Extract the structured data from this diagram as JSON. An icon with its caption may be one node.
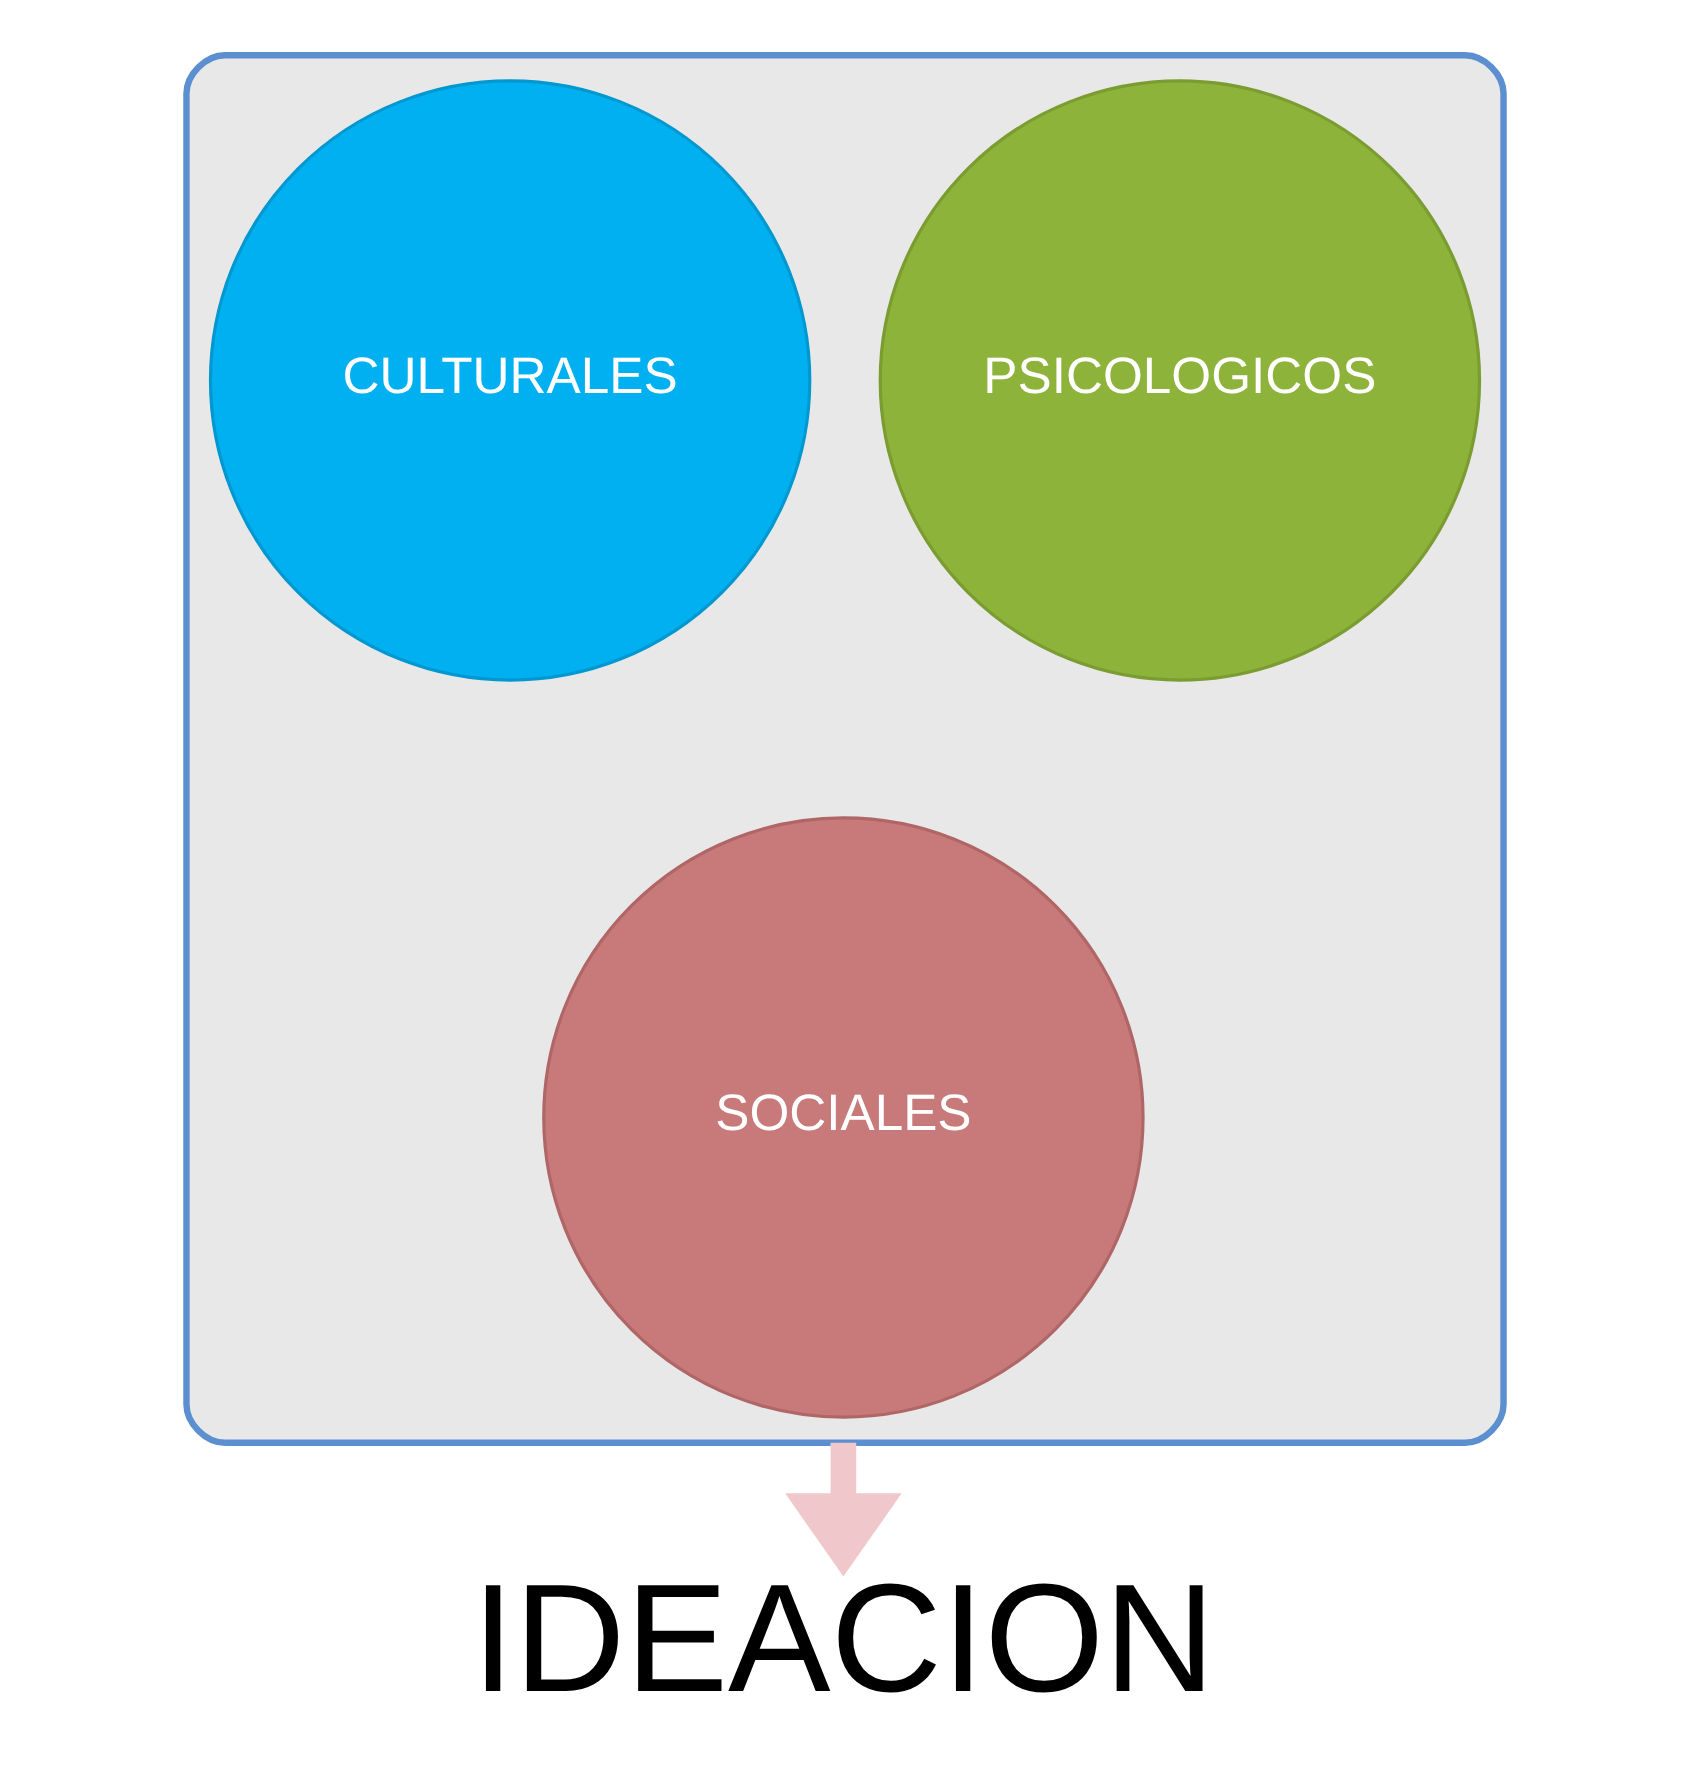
{
  "diagram": {
    "nodes": [
      {
        "text": [],
        "shape": "funnel"
      },
      {
        "text": [
          "PSICOLOGICOS"
        ],
        "in": 0
      },
      {
        "text": [
          "CULTURALES"
        ],
        "in": 0
      },
      {
        "text": [
          "SOCIALES"
        ],
        "in": 0
      },
      {
        "text": [
          "IDEACION"
        ]
      }
    ],
    "edges": [
      {
        "from": 0,
        "to": 4,
        "arrow": "to"
      }
    ]
  }
}
